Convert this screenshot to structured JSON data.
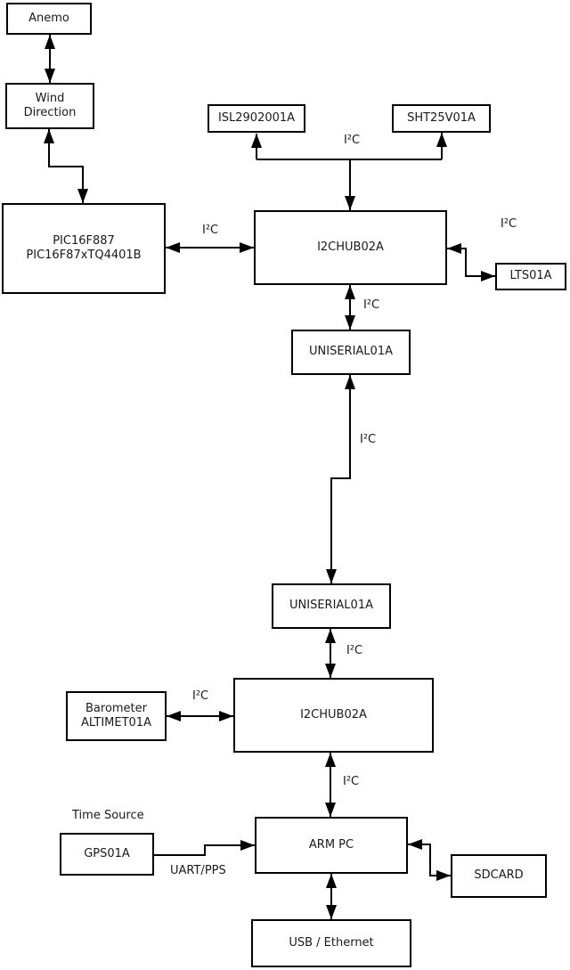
{
  "diagram": {
    "nodes": {
      "anemo": {
        "label": "Anemo"
      },
      "wind_direction": {
        "line1": "Wind",
        "line2": "Direction"
      },
      "pic": {
        "line1": "PIC16F887",
        "line2": "PIC16F87xTQ4401B"
      },
      "isl29020": {
        "label": "ISL2902001A"
      },
      "sht25": {
        "label": "SHT25V01A"
      },
      "i2chub_top": {
        "label": "I2CHUB02A"
      },
      "lts": {
        "label": "LTS01A"
      },
      "uniserial_top": {
        "label": "UNISERIAL01A"
      },
      "uniserial_bottom": {
        "label": "UNISERIAL01A"
      },
      "i2chub_bottom": {
        "label": "I2CHUB02A"
      },
      "barometer": {
        "line1": "Barometer",
        "line2": "ALTIMET01A"
      },
      "arm_pc": {
        "label": "ARM PC"
      },
      "gps": {
        "label": "GPS01A"
      },
      "sdcard": {
        "label": "SDCARD"
      },
      "usb_ethernet": {
        "label": "USB / Ethernet"
      }
    },
    "labels": {
      "i2c_sensors_top": "I²C",
      "i2c_pic_hub": "I²C",
      "i2c_hub_lts": "I²C",
      "i2c_hub_uniserial": "I²C",
      "i2c_uniserial_link": "I²C",
      "i2c_uniserial_hub2": "I²C",
      "i2c_barometer_hub2": "I²C",
      "i2c_hub2_armpc": "I²C",
      "time_source": "Time Source",
      "uart_pps": "UART/PPS"
    },
    "colors": {
      "line": "#000000",
      "border": "#000000",
      "background": "#ffffff",
      "text": "#1a1a1a"
    }
  }
}
